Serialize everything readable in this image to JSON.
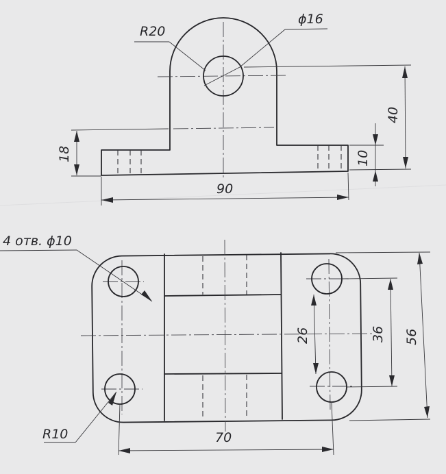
{
  "drawing": {
    "paper_color": "#e9e9ea",
    "ink_color": "#26262a",
    "front_view": {
      "radius_label": "R20",
      "hole_label": "ϕ16",
      "height_total": "40",
      "base_height_left": "18",
      "base_height_right": "10",
      "width_total": "90"
    },
    "top_view": {
      "holes_label": "4 отв. ϕ10",
      "corner_radius": "R10",
      "inner_width": "26",
      "hole_spacing": "36",
      "total_height": "56",
      "hole_distance": "70"
    }
  }
}
